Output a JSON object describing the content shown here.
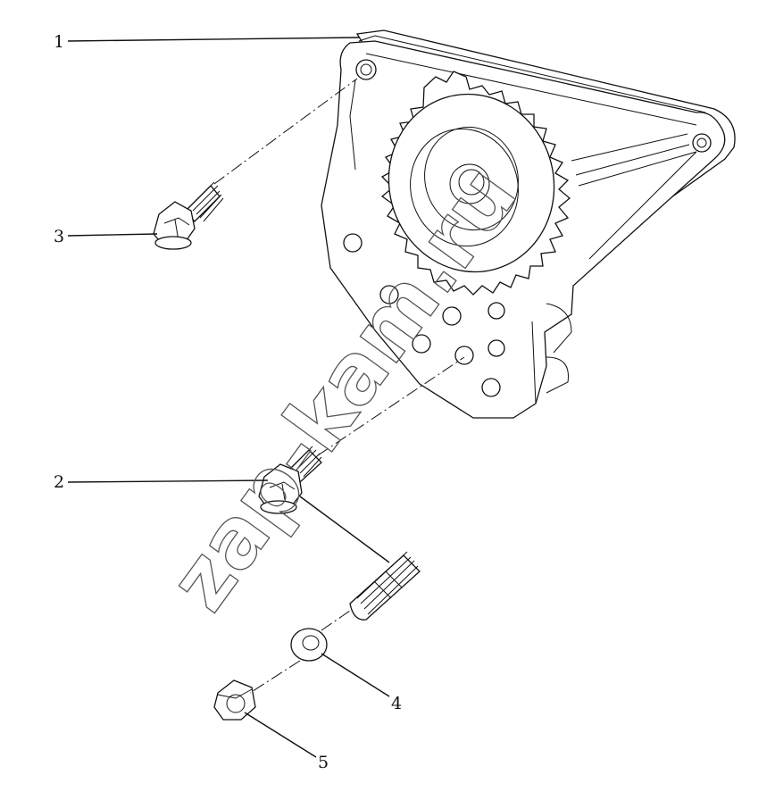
{
  "callouts": [
    {
      "id": "1",
      "label": "1"
    },
    {
      "id": "2",
      "label": "2"
    },
    {
      "id": "3",
      "label": "3"
    },
    {
      "id": "4",
      "label": "4"
    },
    {
      "id": "5",
      "label": "5"
    }
  ],
  "watermark": "zap-kam.ru",
  "colors": {
    "line": "#111111",
    "background": "#ffffff"
  }
}
